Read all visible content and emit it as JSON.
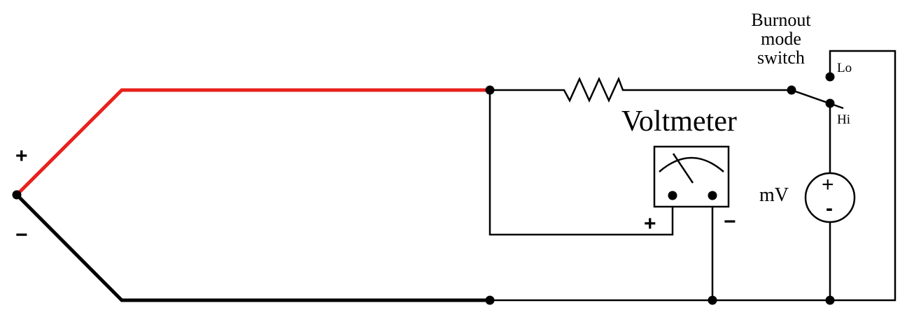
{
  "labels": {
    "switch_title_line1": "Burnout",
    "switch_title_line2": "mode",
    "switch_title_line3": "switch",
    "switch_lo": "Lo",
    "switch_hi": "Hi",
    "voltmeter_title": "Voltmeter",
    "source_label": "mV",
    "source_plus": "+",
    "source_minus": "-",
    "thermocouple_plus": "+",
    "thermocouple_minus": "−",
    "meter_plus": "+",
    "meter_minus": "−"
  },
  "colors": {
    "positive_wire": "#e8211c",
    "negative_wire": "#000000",
    "circuit": "#000000",
    "background": "#ffffff"
  }
}
